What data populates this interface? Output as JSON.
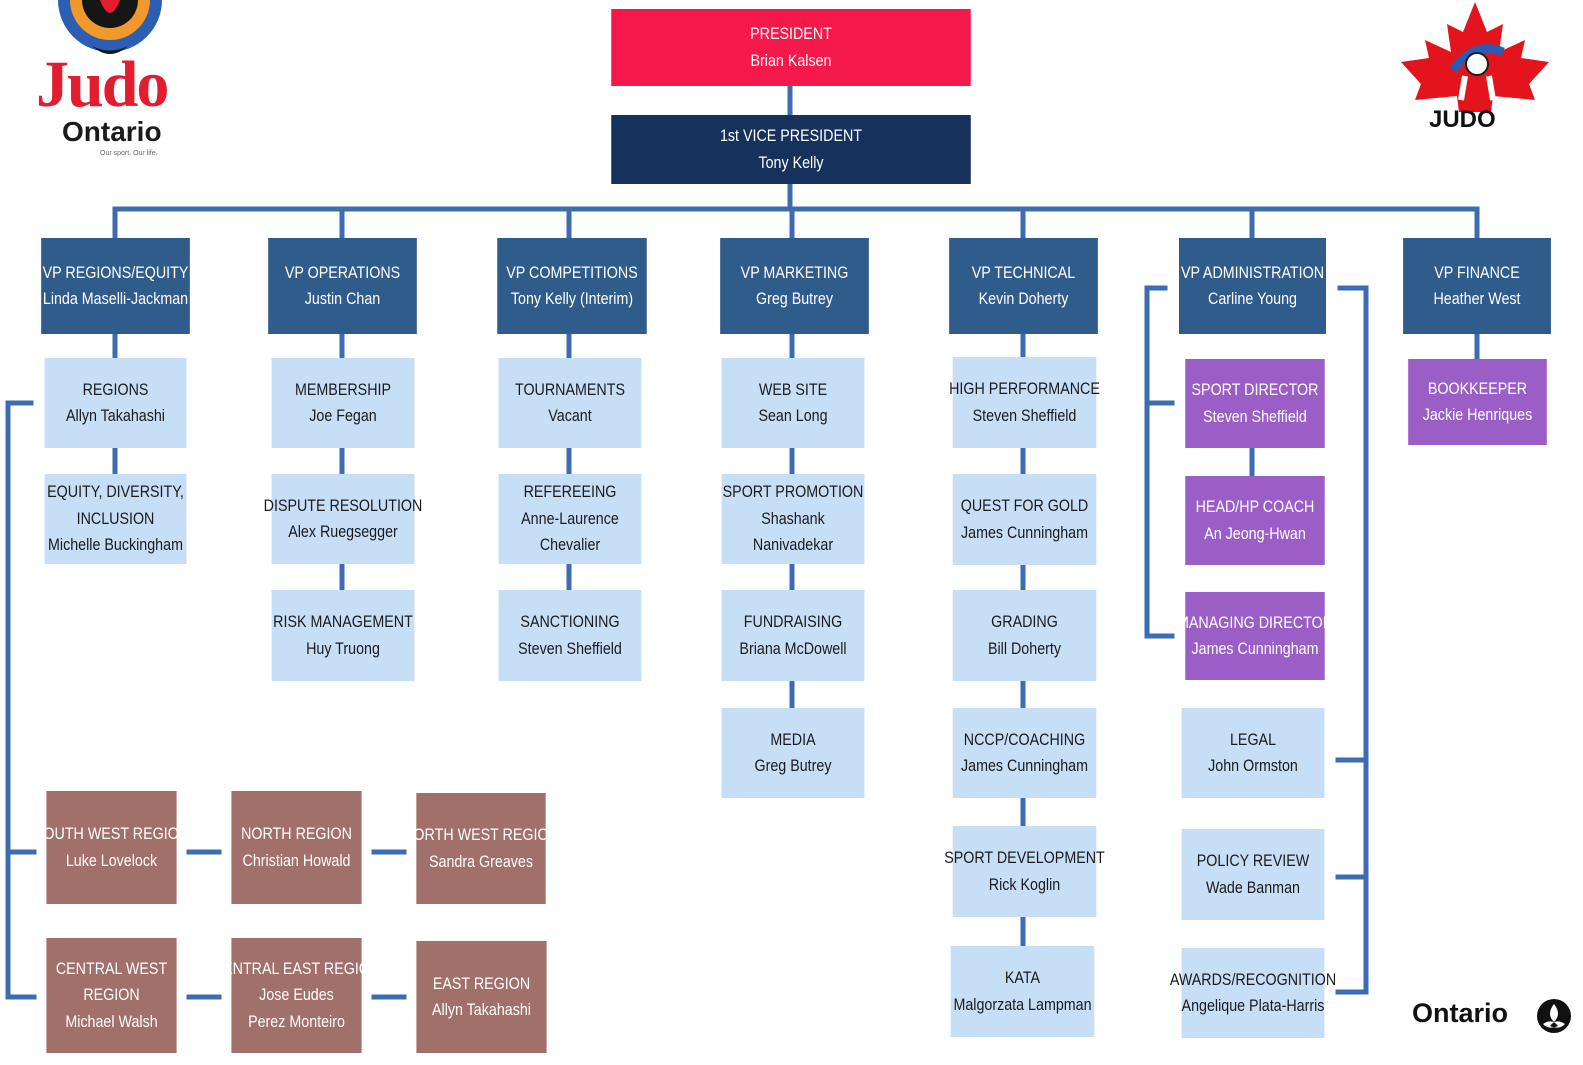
{
  "logos": {
    "judo_ontario": {
      "wordmark": "Judo",
      "subword": "Ontario",
      "tagline": "Our sport. Our life."
    },
    "judo_canada": {
      "label": "JUDO"
    },
    "ontario": {
      "label": "Ontario"
    }
  },
  "colors": {
    "president": "#f5184a",
    "first_vp": "#16325c",
    "vp": "#305c8c",
    "role": "#c7def7",
    "staff": "#9a5ec6",
    "region": "#a2706b",
    "connector": "#3b6db0"
  },
  "org": {
    "president": {
      "title": "PRESIDENT",
      "name": "Brian Kalsen"
    },
    "first_vp": {
      "title": "1st VICE PRESIDENT",
      "name": "Tony Kelly"
    },
    "vps": [
      {
        "title": "VP REGIONS/EQUITY",
        "name": "Linda Maselli-Jackman"
      },
      {
        "title": "VP OPERATIONS",
        "name": "Justin  Chan"
      },
      {
        "title": "VP COMPETITIONS",
        "name": "Tony Kelly (Interim)"
      },
      {
        "title": "VP MARKETING",
        "name": "Greg Butrey"
      },
      {
        "title": "VP TECHNICAL",
        "name": "Kevin Doherty"
      },
      {
        "title": "VP ADMINISTRATION",
        "name": "Carline Young"
      },
      {
        "title": "VP FINANCE",
        "name": "Heather West"
      }
    ],
    "regions_equity": [
      {
        "title": "REGIONS",
        "name": "Allyn Takahashi"
      },
      {
        "title": "EQUITY, DIVERSITY,",
        "title2": "INCLUSION",
        "name": "Michelle Buckingham"
      }
    ],
    "operations": [
      {
        "title": "MEMBERSHIP",
        "name": "Joe Fegan"
      },
      {
        "title": "DISPUTE RESOLUTION",
        "name": "Alex Ruegsegger"
      },
      {
        "title": "RISK MANAGEMENT",
        "name": "Huy Truong"
      }
    ],
    "competitions": [
      {
        "title": "TOURNAMENTS",
        "name": "Vacant"
      },
      {
        "title": "REFEREEING",
        "name": "Anne-Laurence",
        "name2": "Chevalier"
      },
      {
        "title": "SANCTIONING",
        "name": "Steven Sheffield"
      }
    ],
    "marketing": [
      {
        "title": "WEB SITE",
        "name": "Sean Long"
      },
      {
        "title": "SPORT PROMOTION",
        "name": "Shashank",
        "name2": "Nanivadekar"
      },
      {
        "title": "FUNDRAISING",
        "name": "Briana McDowell"
      },
      {
        "title": "MEDIA",
        "name": "Greg Butrey"
      }
    ],
    "technical": [
      {
        "title": "HIGH PERFORMANCE",
        "name": "Steven Sheffield"
      },
      {
        "title": "QUEST FOR GOLD",
        "name": "James Cunningham"
      },
      {
        "title": "GRADING",
        "name": "Bill Doherty"
      },
      {
        "title": "NCCP/COACHING",
        "name": "James Cunningham"
      },
      {
        "title": "SPORT DEVELOPMENT",
        "name": "Rick Koglin"
      },
      {
        "title": "KATA",
        "name": "Malgorzata Lampman"
      }
    ],
    "administration_staff": [
      {
        "title": "SPORT DIRECTOR",
        "name": "Steven Sheffield"
      },
      {
        "title": "HEAD/HP COACH",
        "name": "An Jeong-Hwan"
      },
      {
        "title": "MANAGING DIRECTOR",
        "name": "James Cunningham"
      }
    ],
    "administration": [
      {
        "title": "LEGAL",
        "name": "John Ormston"
      },
      {
        "title": "POLICY REVIEW",
        "name": "Wade Banman"
      },
      {
        "title": "AWARDS/RECOGNITION",
        "name": "Angelique Plata-Harris"
      }
    ],
    "finance": [
      {
        "title": "BOOKKEEPER",
        "name": "Jackie Henriques"
      }
    ],
    "regions": [
      {
        "title": "SOUTH WEST REGION",
        "name": "Luke Lovelock"
      },
      {
        "title": "NORTH REGION",
        "name": "Christian Howald"
      },
      {
        "title": "NORTH WEST REGION",
        "name": "Sandra Greaves"
      },
      {
        "title": "CENTRAL WEST",
        "title2": "REGION",
        "name": "Michael Walsh"
      },
      {
        "title": "CENTRAL EAST REGION",
        "name": "Jose Eudes",
        "name2": "Perez Monteiro"
      },
      {
        "title": "EAST REGION",
        "name": "Allyn Takahashi"
      }
    ]
  }
}
